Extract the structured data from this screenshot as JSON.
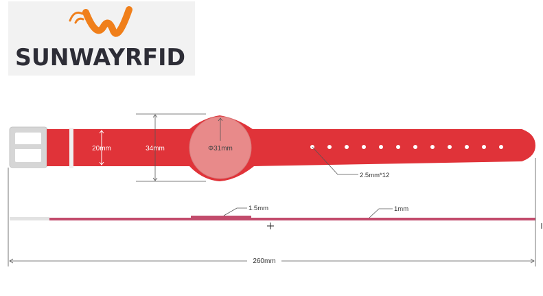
{
  "logo": {
    "brand": "SUNWAYRFID",
    "icon": "wave-w-logo-icon",
    "colors": {
      "icon": "#f07f1a",
      "text": "#2d2d36",
      "panel": "#f2f2f2"
    }
  },
  "labels": {
    "strap_width": "20mm",
    "head_height": "34mm",
    "disc_diameter": "Φ31mm",
    "holes": "2.5mm*12",
    "head_thickness": "1.5mm",
    "strap_thickness": "1mm",
    "total_length": "260mm"
  },
  "colors": {
    "strap": "#e03339",
    "disc": "#e88a8a",
    "buckle": "#d8d8d8",
    "side_profile": "#c24b6c"
  },
  "hole_count": 12
}
